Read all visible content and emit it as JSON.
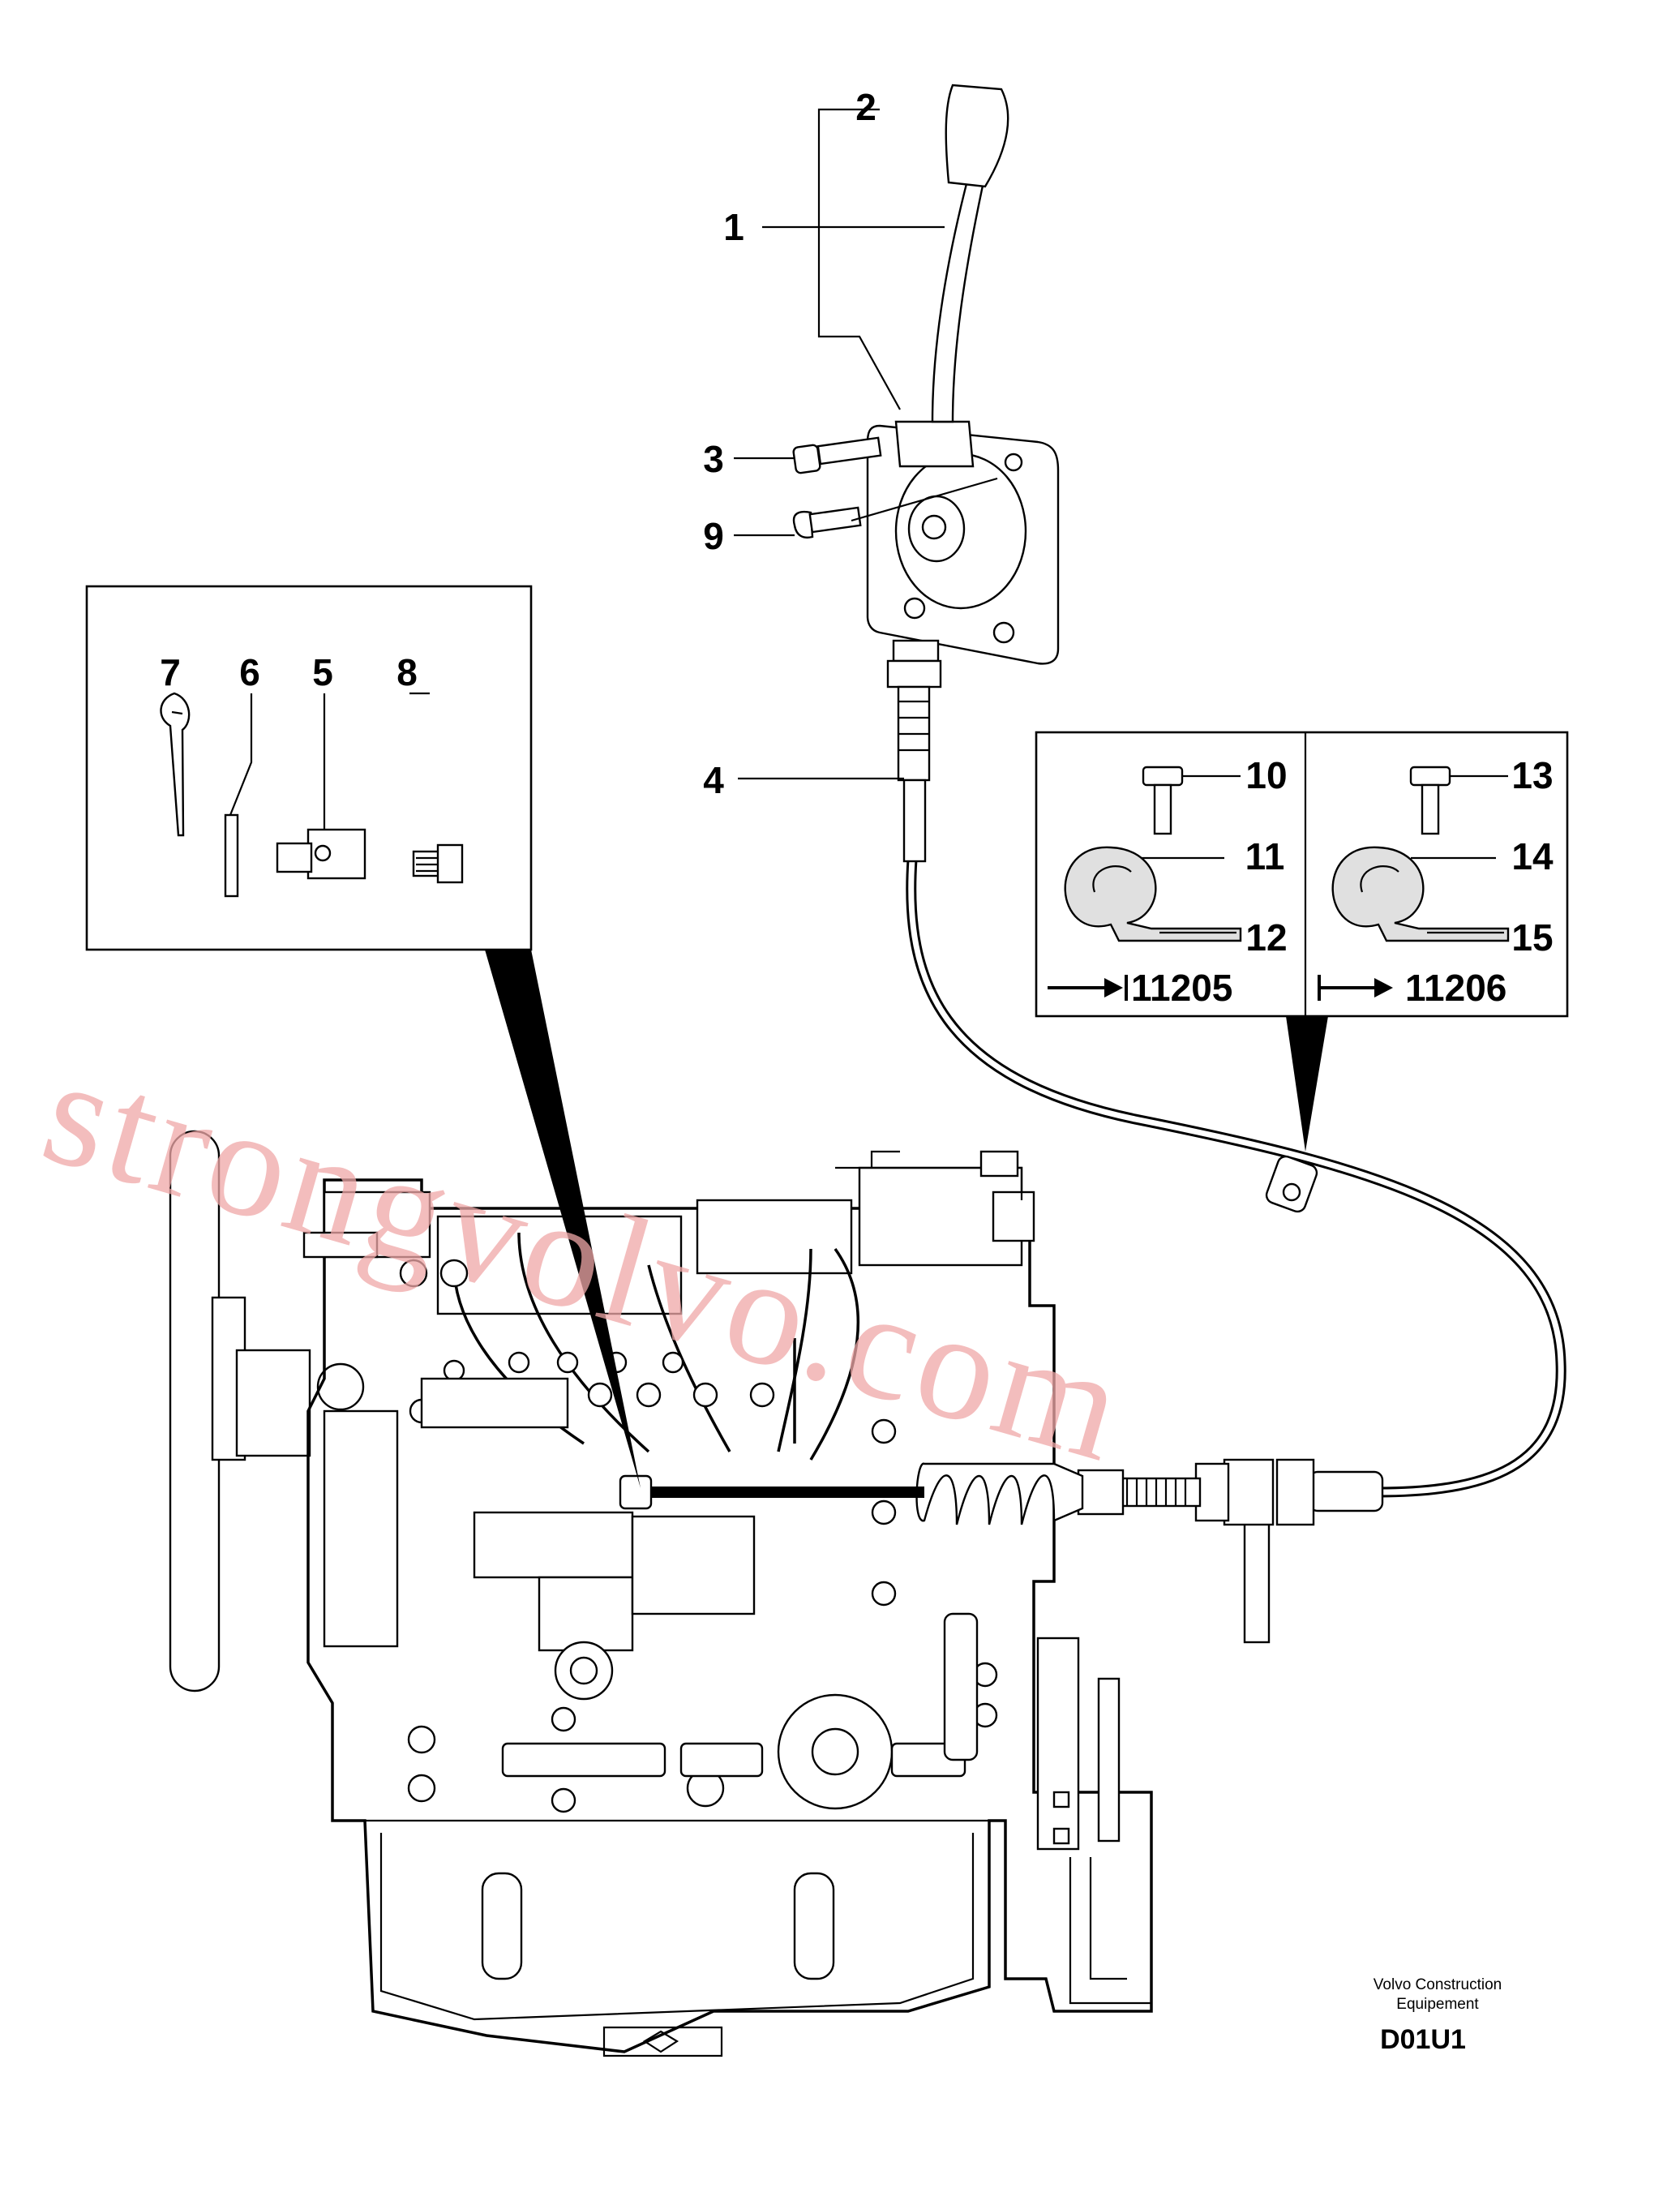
{
  "callouts": {
    "c1": "1",
    "c2": "2",
    "c3": "3",
    "c4": "4",
    "c5": "5",
    "c6": "6",
    "c7": "7",
    "c8": "8",
    "c9": "9",
    "c10": "10",
    "c11": "11",
    "c12": "12",
    "c13": "13",
    "c14": "14",
    "c15": "15"
  },
  "variants": {
    "left_ref": "11205",
    "right_ref": "11206"
  },
  "credit": {
    "line1": "Volvo Construction",
    "line2": "Equipement",
    "code": "D01U1"
  },
  "watermark": "strongvolvo.com",
  "colors": {
    "watermark": "#f0a8a8",
    "line": "#000000"
  },
  "icons": {
    "left_ref": "arrow-to-bar-icon",
    "right_ref": "bar-to-arrow-icon"
  }
}
